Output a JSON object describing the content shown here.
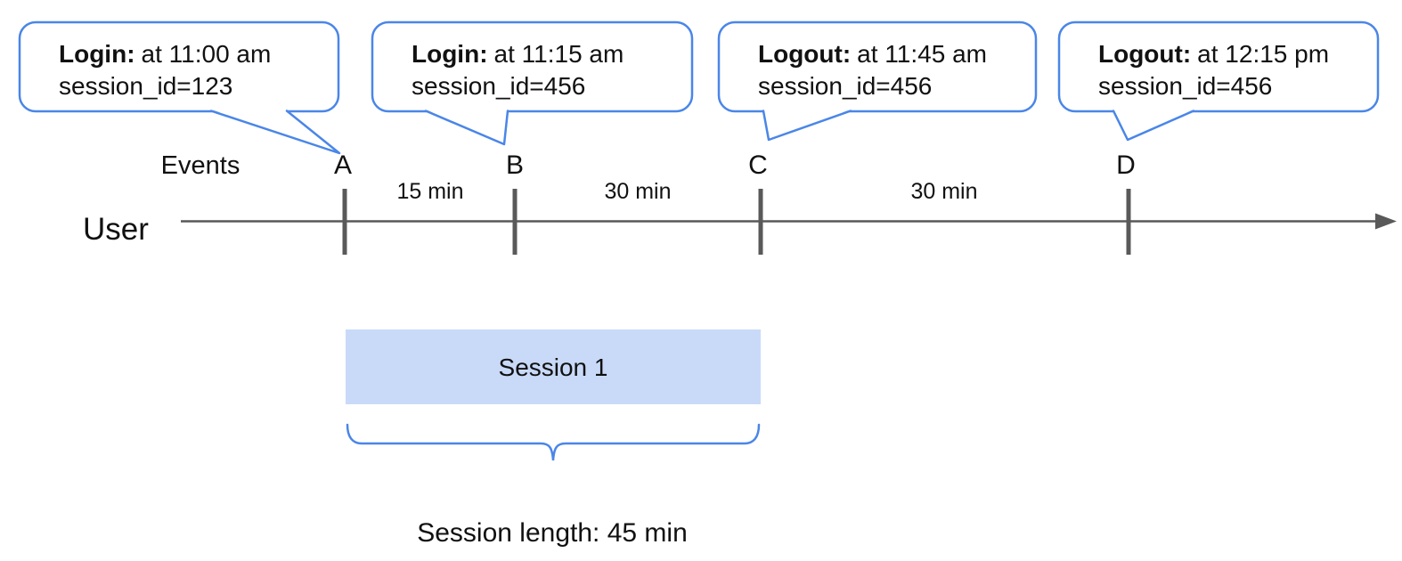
{
  "colors": {
    "bubble_border": "#4a86e8",
    "brace_blue": "#4a86e8",
    "session_fill": "#c9daf8",
    "axis_gray": "#595959",
    "text": "#111111"
  },
  "bubbles": [
    {
      "event_bold": "Login:",
      "event_rest": "at 11:00 am",
      "session_line": "session_id=123",
      "points_to": "A"
    },
    {
      "event_bold": "Login:",
      "event_rest": "at 11:15 am",
      "session_line": "session_id=456",
      "points_to": "B"
    },
    {
      "event_bold": "Logout:",
      "event_rest": "at 11:45 am",
      "session_line": "session_id=456",
      "points_to": "C"
    },
    {
      "event_bold": "Logout:",
      "event_rest": "at 12:15 pm",
      "session_line": "session_id=456",
      "points_to": "D"
    }
  ],
  "timeline": {
    "events_label": "Events",
    "axis_label": "User",
    "event_markers": [
      "A",
      "B",
      "C",
      "D"
    ],
    "intervals": [
      "15 min",
      "30 min",
      "30 min"
    ]
  },
  "session": {
    "bar_label": "Session 1",
    "length_label": "Session length: 45 min"
  }
}
